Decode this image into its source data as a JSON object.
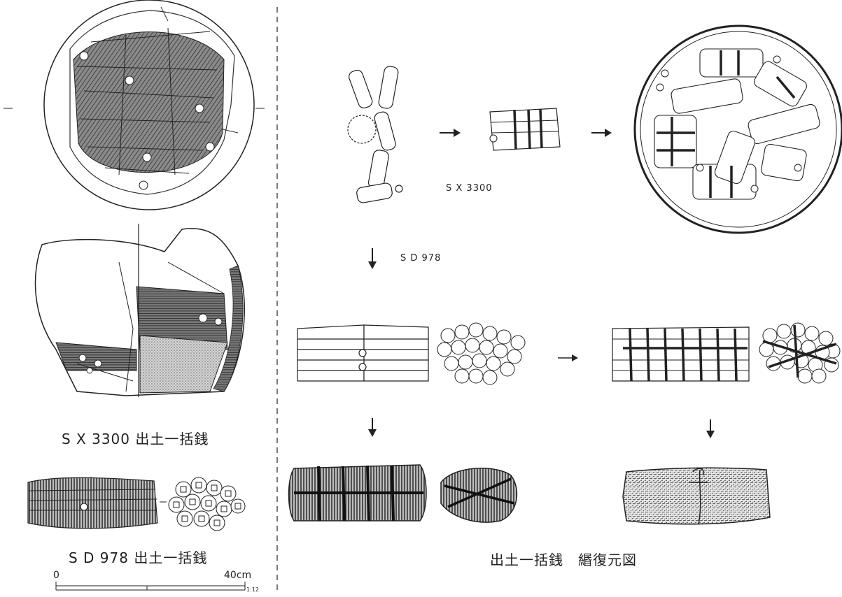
{
  "left_panel": {
    "caption_sx3300": "S X 3300 出土一括銭",
    "caption_sd978": "S D 978 出土一括銭",
    "scale": {
      "start": "0",
      "end": "40cm",
      "ratio": "1:12"
    }
  },
  "right_panel": {
    "label_sx3300": "S X 3300",
    "label_sd978": "S D 978",
    "caption": "出土一括銭　緡復元図"
  },
  "colors": {
    "ink": "#222222",
    "fill_dark": "#555555",
    "fill_mid": "#8a8a8a",
    "fill_light": "#c8c8c8",
    "background": "#ffffff"
  }
}
